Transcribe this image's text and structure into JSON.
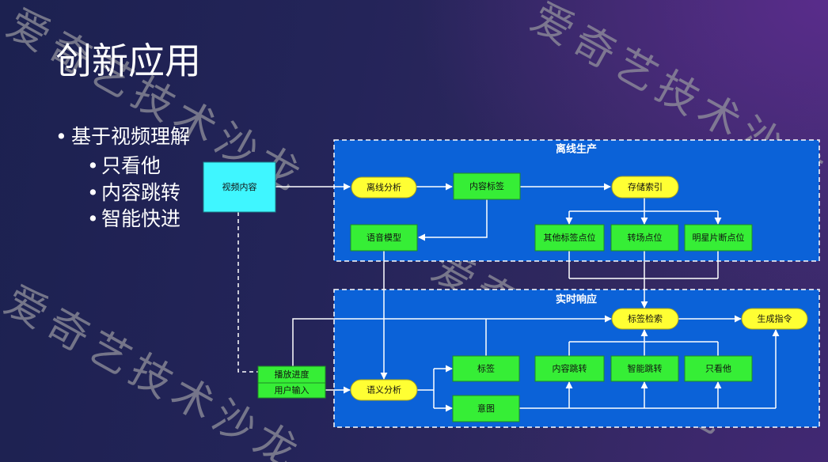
{
  "slide": {
    "title": "创新应用",
    "bullet_symbol": "•",
    "bullets": [
      {
        "text": "基于视频理解",
        "children": [
          "只看他",
          "内容跳转",
          "智能快进"
        ]
      }
    ]
  },
  "watermark": {
    "text": "爱奇艺技术沙龙"
  },
  "diagram": {
    "panels": {
      "offline": "离线生产",
      "realtime": "实时响应"
    },
    "nodes": {
      "video_content": "视频内容",
      "offline_analysis": "离线分析",
      "content_tags": "内容标签",
      "storage_index": "存储索引",
      "speech_model": "语音模型",
      "other_tag_points": "其他标签点位",
      "transition_points": "转场点位",
      "star_clip_points": "明星片断点位",
      "tag_search": "标签检索",
      "generate_command": "生成指令",
      "play_progress": "播放进度",
      "user_input": "用户输入",
      "semantic_analysis": "语义分析",
      "tags": "标签",
      "intent": "意图",
      "content_jump": "内容跳转",
      "smart_jump": "智能跳转",
      "only_him": "只看他"
    }
  },
  "colors": {
    "panel_fill": "#0b62d8",
    "panel_border": "#ffffff",
    "cyan_node": "#3ff6ff",
    "green_node": "#36ee36",
    "yellow_node": "#ffff33",
    "connector": "#ffffff",
    "text_on_dark": "#ffffff"
  }
}
